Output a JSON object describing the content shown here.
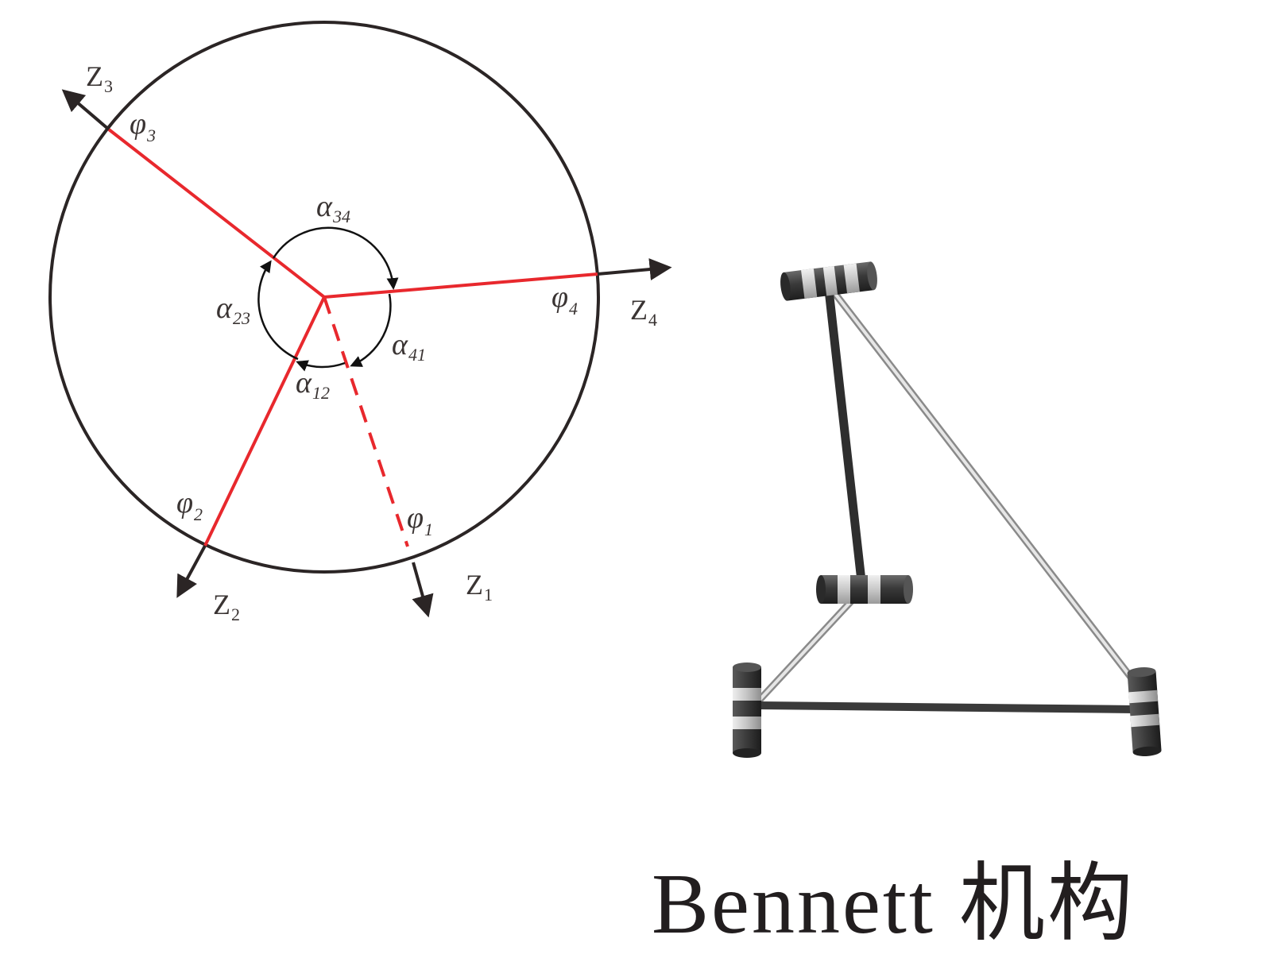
{
  "caption": "Bennett 机构",
  "axes": [
    {
      "base": "Z",
      "sub": "1"
    },
    {
      "base": "Z",
      "sub": "2"
    },
    {
      "base": "Z",
      "sub": "3"
    },
    {
      "base": "Z",
      "sub": "4"
    }
  ],
  "joint_angles": [
    {
      "base": "φ",
      "sub": "1"
    },
    {
      "base": "φ",
      "sub": "2"
    },
    {
      "base": "φ",
      "sub": "3"
    },
    {
      "base": "φ",
      "sub": "4"
    }
  ],
  "twist_angles": [
    {
      "base": "α",
      "sub": "12"
    },
    {
      "base": "α",
      "sub": "23"
    },
    {
      "base": "α",
      "sub": "34"
    },
    {
      "base": "α",
      "sub": "41"
    }
  ],
  "colors": {
    "circle": "#2b2525",
    "links": "#e8282d",
    "arrows": "#2b2525",
    "dark_rod": "#3c3c3c",
    "light_rod": "#c9c9c9"
  }
}
